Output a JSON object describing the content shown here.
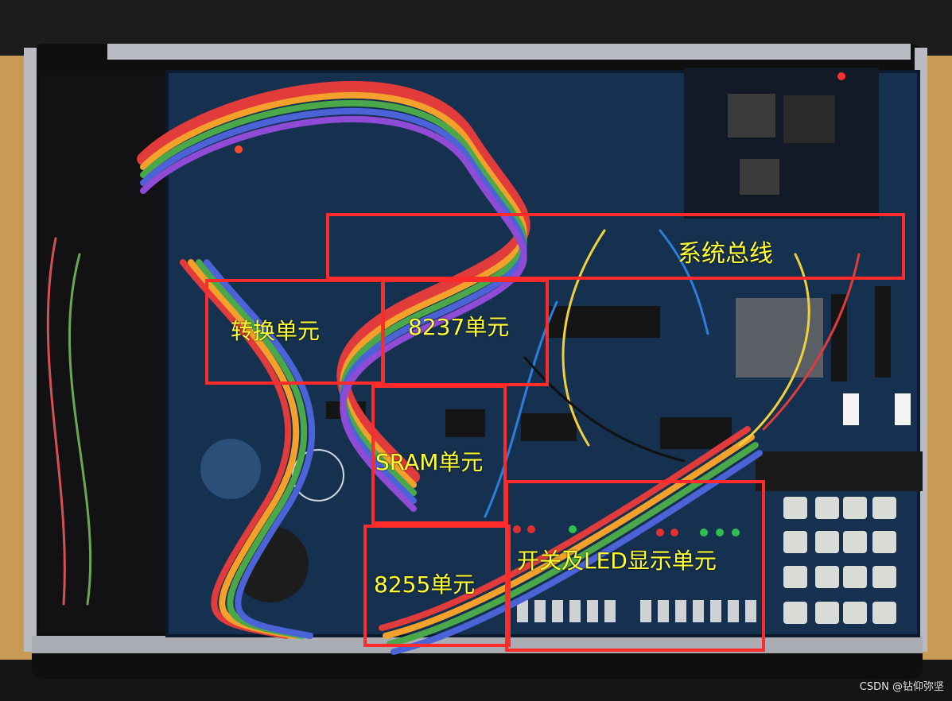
{
  "annotations": {
    "system_bus": "系统总线",
    "conversion_unit": "转换单元",
    "dma_8237_unit": "8237单元",
    "sram_unit": "SRAM单元",
    "ppi_8255_unit": "8255单元",
    "switch_led_unit": "开关及LED显示单元"
  },
  "watermark": "CSDN @钻仰弥坚",
  "colors": {
    "annotation_box": "#ff2a2a",
    "annotation_text": "#ffff33",
    "board_pcb": "#16304f"
  }
}
